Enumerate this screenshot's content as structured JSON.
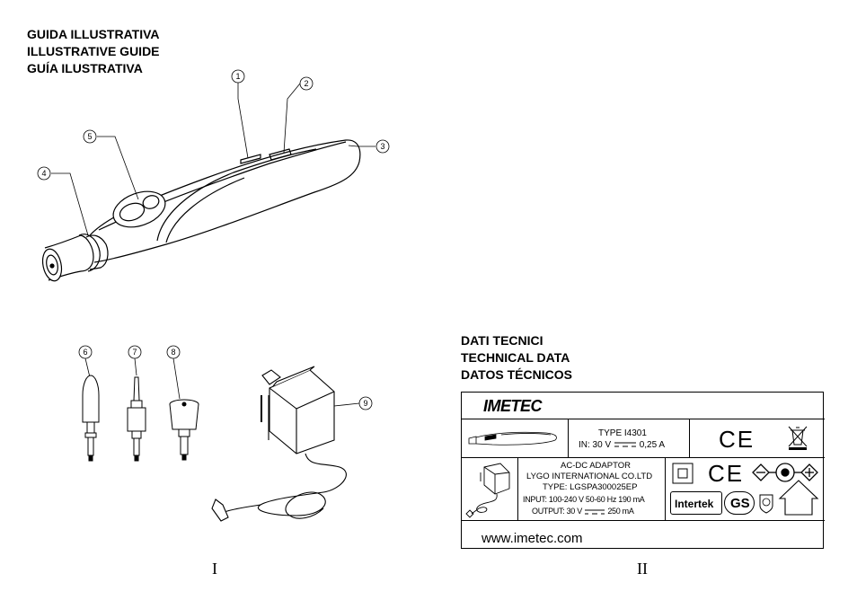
{
  "guide_heading": {
    "lines": [
      "GUIDA ILLUSTRATIVA",
      "ILLUSTRATIVE GUIDE",
      "GUÍA ILUSTRATIVA"
    ]
  },
  "callouts": [
    "1",
    "2",
    "3",
    "4",
    "5",
    "6",
    "7",
    "8",
    "9"
  ],
  "tech_heading": {
    "lines": [
      "DATI TECNICI",
      "TECHNICAL DATA",
      "DATOS TÉCNICOS"
    ]
  },
  "label": {
    "brand": "IMETEC",
    "type_line": "TYPE I4301",
    "input_prefix": "IN: 30 V",
    "input_suffix": "0,25 A",
    "ce_mark": "CE",
    "adaptor": {
      "title": "AC-DC ADAPTOR",
      "maker": "LYGO INTERNATIONAL CO.LTD",
      "type": "TYPE: LGSPA300025EP",
      "input": "INPUT: 100-240 V  50-60 Hz 190 mA",
      "output_prefix": "OUTPUT: 30 V",
      "output_suffix": "250 mA"
    },
    "intertek": "Intertek",
    "gs": "GS",
    "website": "www.imetec.com"
  },
  "page_numbers": [
    "I",
    "II"
  ]
}
